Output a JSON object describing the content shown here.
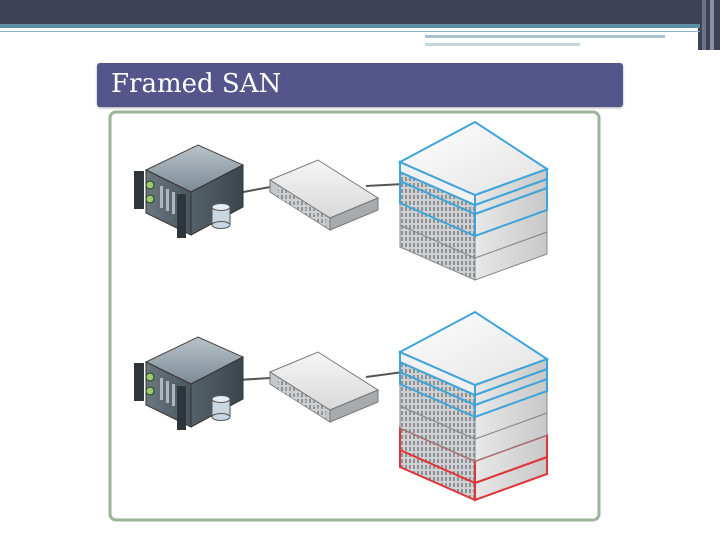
{
  "slide": {
    "title": "Framed SAN"
  },
  "diagram": {
    "rows": [
      {
        "server": "server-icon",
        "switch": "network-switch-icon",
        "storage_blocks": [
          "blue",
          "blue",
          "blue",
          "grey",
          "grey"
        ]
      },
      {
        "server": "server-icon",
        "switch": "network-switch-icon",
        "storage_blocks": [
          "blue",
          "blue",
          "blue",
          "grey",
          "grey",
          "red",
          "red"
        ]
      }
    ],
    "colors": {
      "frame": "#9ab59a",
      "highlight_blue": "#3fa4d8",
      "highlight_red": "#e0333a",
      "title_bar": "#54558a",
      "top_band": "#3e4258"
    }
  }
}
